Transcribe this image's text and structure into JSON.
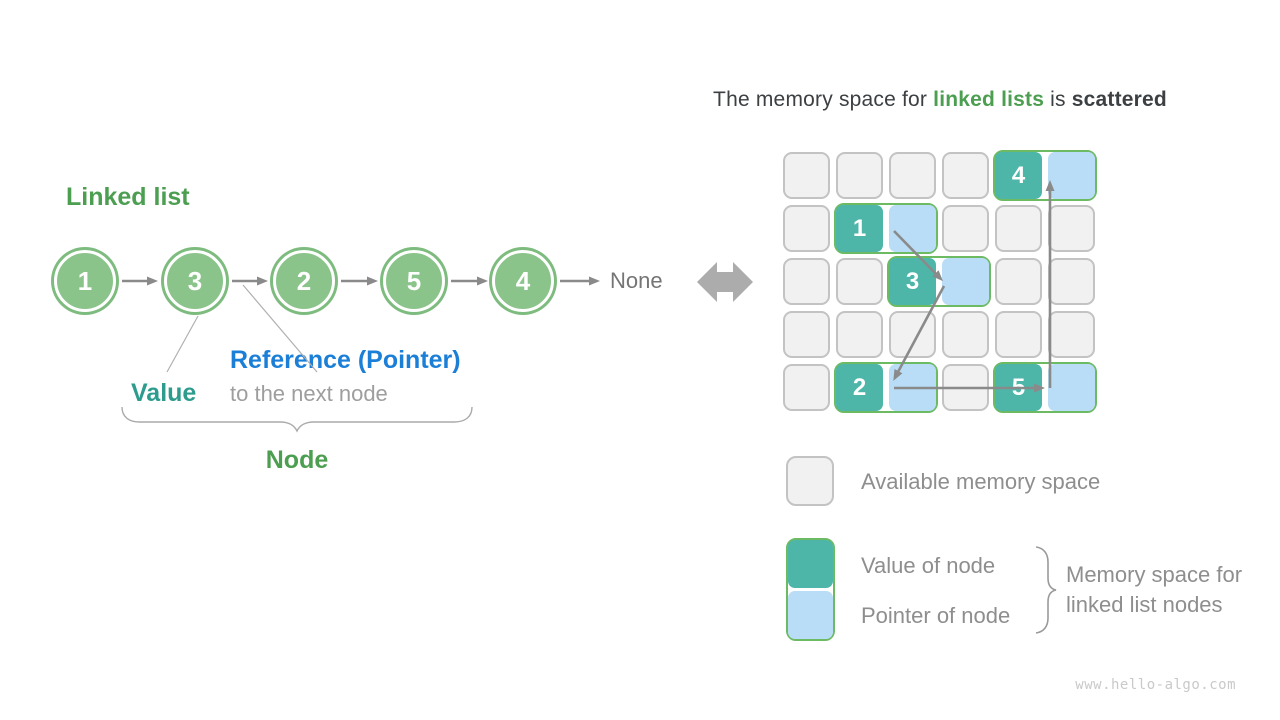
{
  "colors": {
    "green": "#4c9e50",
    "teal": "#4db6a9",
    "teal-text": "#2d9c8e",
    "blue": "#1b7fd8",
    "lightblue": "#b9ddf7",
    "pair-border": "#6cba62",
    "node-green": "#8bc48b",
    "node-ring": "#7dbc7e",
    "cell-gray": "#f1f1f1",
    "cell-border": "#c3c3c3",
    "arrow-gray": "#8a8a8a",
    "text-dark": "#3c4043",
    "text-gray": "#8e8e8e",
    "text-lightgray": "#9e9e9e",
    "footer-gray": "#c9c9c9"
  },
  "left": {
    "title": "Linked list",
    "nodes": [
      "1",
      "3",
      "2",
      "5",
      "4"
    ],
    "tail_label": "None",
    "value_label": "Value",
    "reference_label": "Reference (Pointer)",
    "reference_sub": "to the next node",
    "node_label": "Node"
  },
  "right": {
    "title": {
      "prefix": "The memory space for ",
      "highlight": "linked lists",
      "middle": " is ",
      "emphasis": "scattered"
    },
    "grid": {
      "rows": 5,
      "cols": 6,
      "cells": [
        [
          "e",
          "e",
          "e",
          "e",
          "v:4",
          "p"
        ],
        [
          "e",
          "v:1",
          "p",
          "e",
          "e",
          "e"
        ],
        [
          "e",
          "e",
          "v:3",
          "p",
          "e",
          "e"
        ],
        [
          "e",
          "e",
          "e",
          "e",
          "e",
          "e"
        ],
        [
          "e",
          "v:2",
          "p",
          "e",
          "v:5",
          "p"
        ]
      ]
    },
    "legend": {
      "available": "Available memory space",
      "value": "Value of node",
      "pointer": "Pointer of node",
      "note_line1": "Memory space for",
      "note_line2": "linked list nodes"
    }
  },
  "footer": "www.hello-algo.com"
}
